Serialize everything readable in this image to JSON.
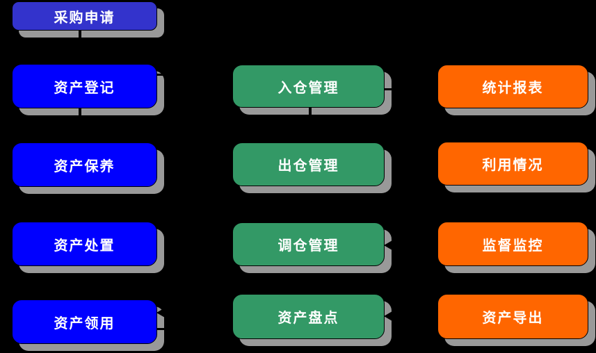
{
  "diagram": {
    "background_color": "#000000",
    "shadow_color": "#999999",
    "text_color": "#ffffff",
    "column_colors": {
      "asset_column": "#0000FF",
      "warehouse_column": "#339966",
      "report_column": "#FF6600",
      "top_box": "#3333CC"
    }
  },
  "nodes": [
    {
      "id": "purchase-request",
      "label": "采购申请",
      "color": "#3333CC"
    },
    {
      "id": "asset-registration",
      "label": "资产登记",
      "color": "#0000FF"
    },
    {
      "id": "asset-maintenance",
      "label": "资产保养",
      "color": "#0000FF"
    },
    {
      "id": "asset-disposal",
      "label": "资产处置",
      "color": "#0000FF"
    },
    {
      "id": "asset-requisition",
      "label": "资产领用",
      "color": "#0000FF"
    },
    {
      "id": "inbound-management",
      "label": "入仓管理",
      "color": "#339966"
    },
    {
      "id": "outbound-management",
      "label": "出仓管理",
      "color": "#339966"
    },
    {
      "id": "transfer-management",
      "label": "调仓管理",
      "color": "#339966"
    },
    {
      "id": "asset-stocktake",
      "label": "资产盘点",
      "color": "#339966"
    },
    {
      "id": "statistics-report",
      "label": "统计报表",
      "color": "#FF6600"
    },
    {
      "id": "utilization-status",
      "label": "利用情况",
      "color": "#FF6600"
    },
    {
      "id": "supervision-monitoring",
      "label": "监督监控",
      "color": "#FF6600"
    },
    {
      "id": "asset-export",
      "label": "资产导出",
      "color": "#FF6600"
    }
  ]
}
